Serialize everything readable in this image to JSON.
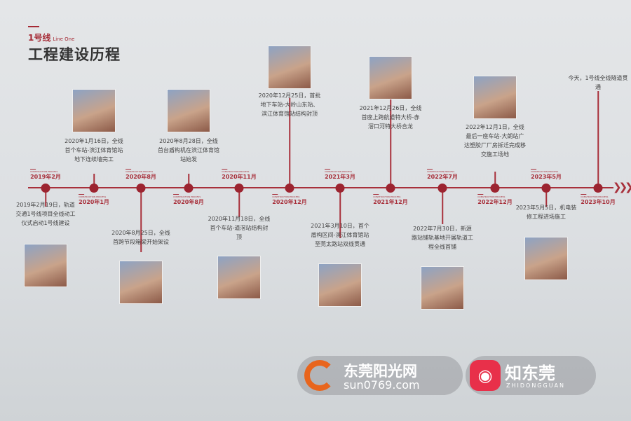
{
  "header": {
    "line_cn": "1号线",
    "line_en": "Line One",
    "title": "工程建设历程"
  },
  "construction_label": "CONSTRUCTION PROCESS",
  "milestones": [
    {
      "date": "2019年2月",
      "text": "2019年2月19日，轨道交通1号线项目全线动工仪式启动1号线建设",
      "side": "below"
    },
    {
      "date": "2020年1月",
      "text": "2020年1月16日，全线首个车站-滨江体育馆站地下连续墙完工",
      "side": "above"
    },
    {
      "date": "2020年8月",
      "text": "2020年8月25日，全线首跨节段箱梁开始架设",
      "side": "below"
    },
    {
      "date": "2020年8月",
      "text": "2020年8月28日，全线首台盾构机在滨江体育馆站始发",
      "side": "above"
    },
    {
      "date": "2020年11月",
      "text": "2020年11月18日，全线首个车站-道滘站结构封顶",
      "side": "below"
    },
    {
      "date": "2020年12月",
      "text": "2020年12月25日，首批地下车站-大岭山东站、滨江体育馆站结构封顶",
      "side": "above"
    },
    {
      "date": "2021年3月",
      "text": "2021年3月10日，首个盾构区间-滨江体育馆站至莞太路站双线贯通",
      "side": "below"
    },
    {
      "date": "2021年12月",
      "text": "2021年12月26日，全线首座上跨航道特大桥-赤滘口河特大桥合龙",
      "side": "above"
    },
    {
      "date": "2022年7月",
      "text": "2022年7月30日，新源路站铺轨基地开展轨道工程全线首铺",
      "side": "below"
    },
    {
      "date": "2022年12月",
      "text": "2022年12月1日，全线最后一座车站-大朗站广达塑胶厂厂房拆迁完成移交施工场地",
      "side": "above"
    },
    {
      "date": "2023年5月",
      "text": "2023年5月5日，机电装修工程进场施工",
      "side": "below"
    },
    {
      "date": "2023年10月",
      "text": "今天，1号线全线隧道贯通",
      "side": "above"
    }
  ],
  "watermark": {
    "site_name": "东莞阳光网",
    "site_url": "sun0769.com",
    "app_name": "知东莞",
    "app_pinyin": "ZHIDONGGUAN"
  },
  "colors": {
    "accent": "#a8303b",
    "node": "#9c2430"
  }
}
